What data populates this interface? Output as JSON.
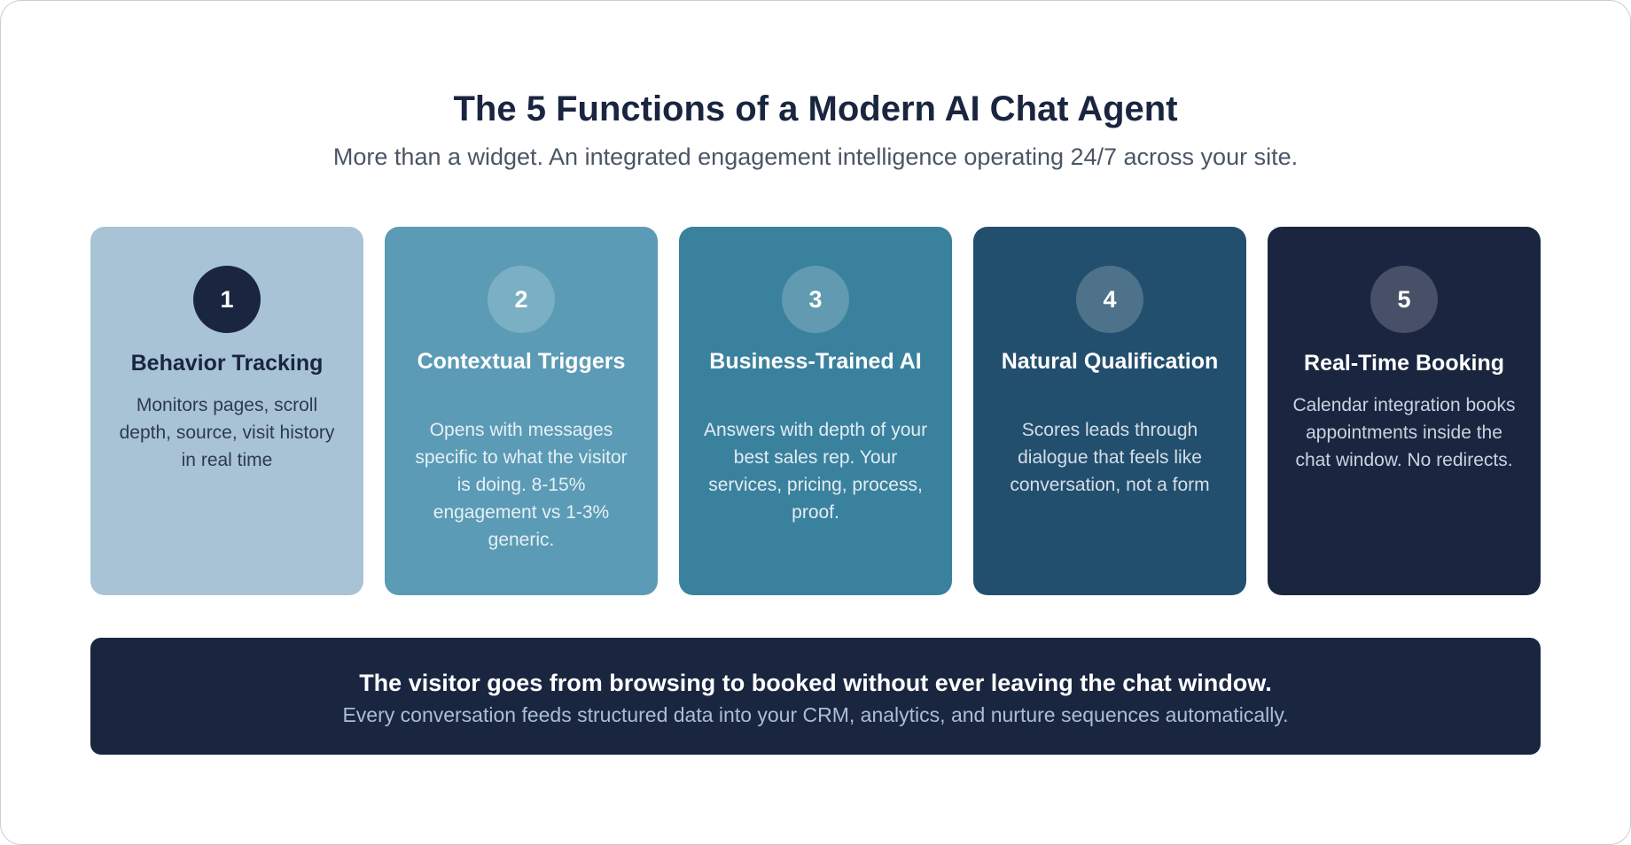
{
  "title": "The 5 Functions of a Modern AI Chat Agent",
  "subtitle": "More than a widget. An integrated engagement intelligence operating 24/7 across your site.",
  "colors": {
    "navy": "#1a2540",
    "card1": "#a9c3d6",
    "card2": "#5b9bb5",
    "card3": "#3a819e",
    "card4": "#234f6e",
    "card5": "#1a2540"
  },
  "functions": [
    {
      "number": "1",
      "title": "Behavior Tracking",
      "description": "Monitors pages, scroll depth, source, visit history in real time"
    },
    {
      "number": "2",
      "title": "Contextual Triggers",
      "description": "Opens with messages specific to what the visitor is doing. 8-15% engagement vs 1-3% generic."
    },
    {
      "number": "3",
      "title": "Business-Trained AI",
      "description": "Answers with depth of your best sales rep. Your services, pricing, process, proof."
    },
    {
      "number": "4",
      "title": "Natural Qualification",
      "description": "Scores leads through dialogue that feels like conversation, not a form"
    },
    {
      "number": "5",
      "title": "Real-Time Booking",
      "description": "Calendar integration books appointments inside the chat window. No redirects."
    }
  ],
  "footer": {
    "headline": "The visitor goes from browsing to booked without ever leaving the chat window.",
    "text": "Every conversation feeds structured data into your CRM, analytics, and nurture sequences automatically."
  }
}
